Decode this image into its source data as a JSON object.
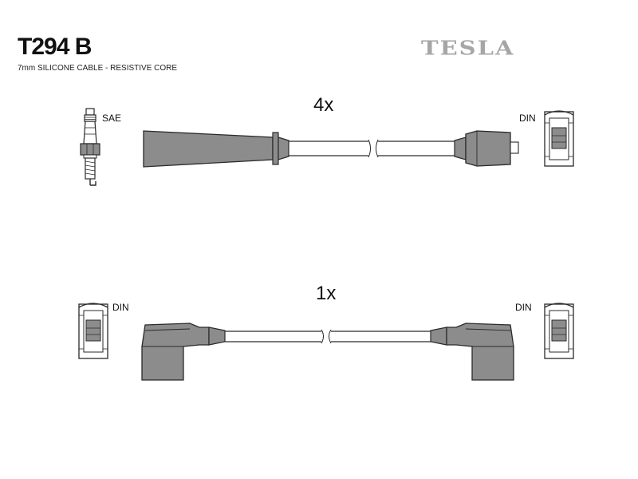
{
  "header": {
    "part_number": "T294 B",
    "description": "7mm SILICONE CABLE - RESISTIVE CORE",
    "brand": "TESLA"
  },
  "set1": {
    "quantity": "4x",
    "left_connector": "SAE",
    "right_connector": "DIN"
  },
  "set2": {
    "quantity": "1x",
    "left_connector": "DIN",
    "right_connector": "DIN"
  },
  "colors": {
    "boot_fill": "#8c8c8c",
    "outline": "#2a2a2a",
    "brand_gray": "#a6a6a6"
  }
}
